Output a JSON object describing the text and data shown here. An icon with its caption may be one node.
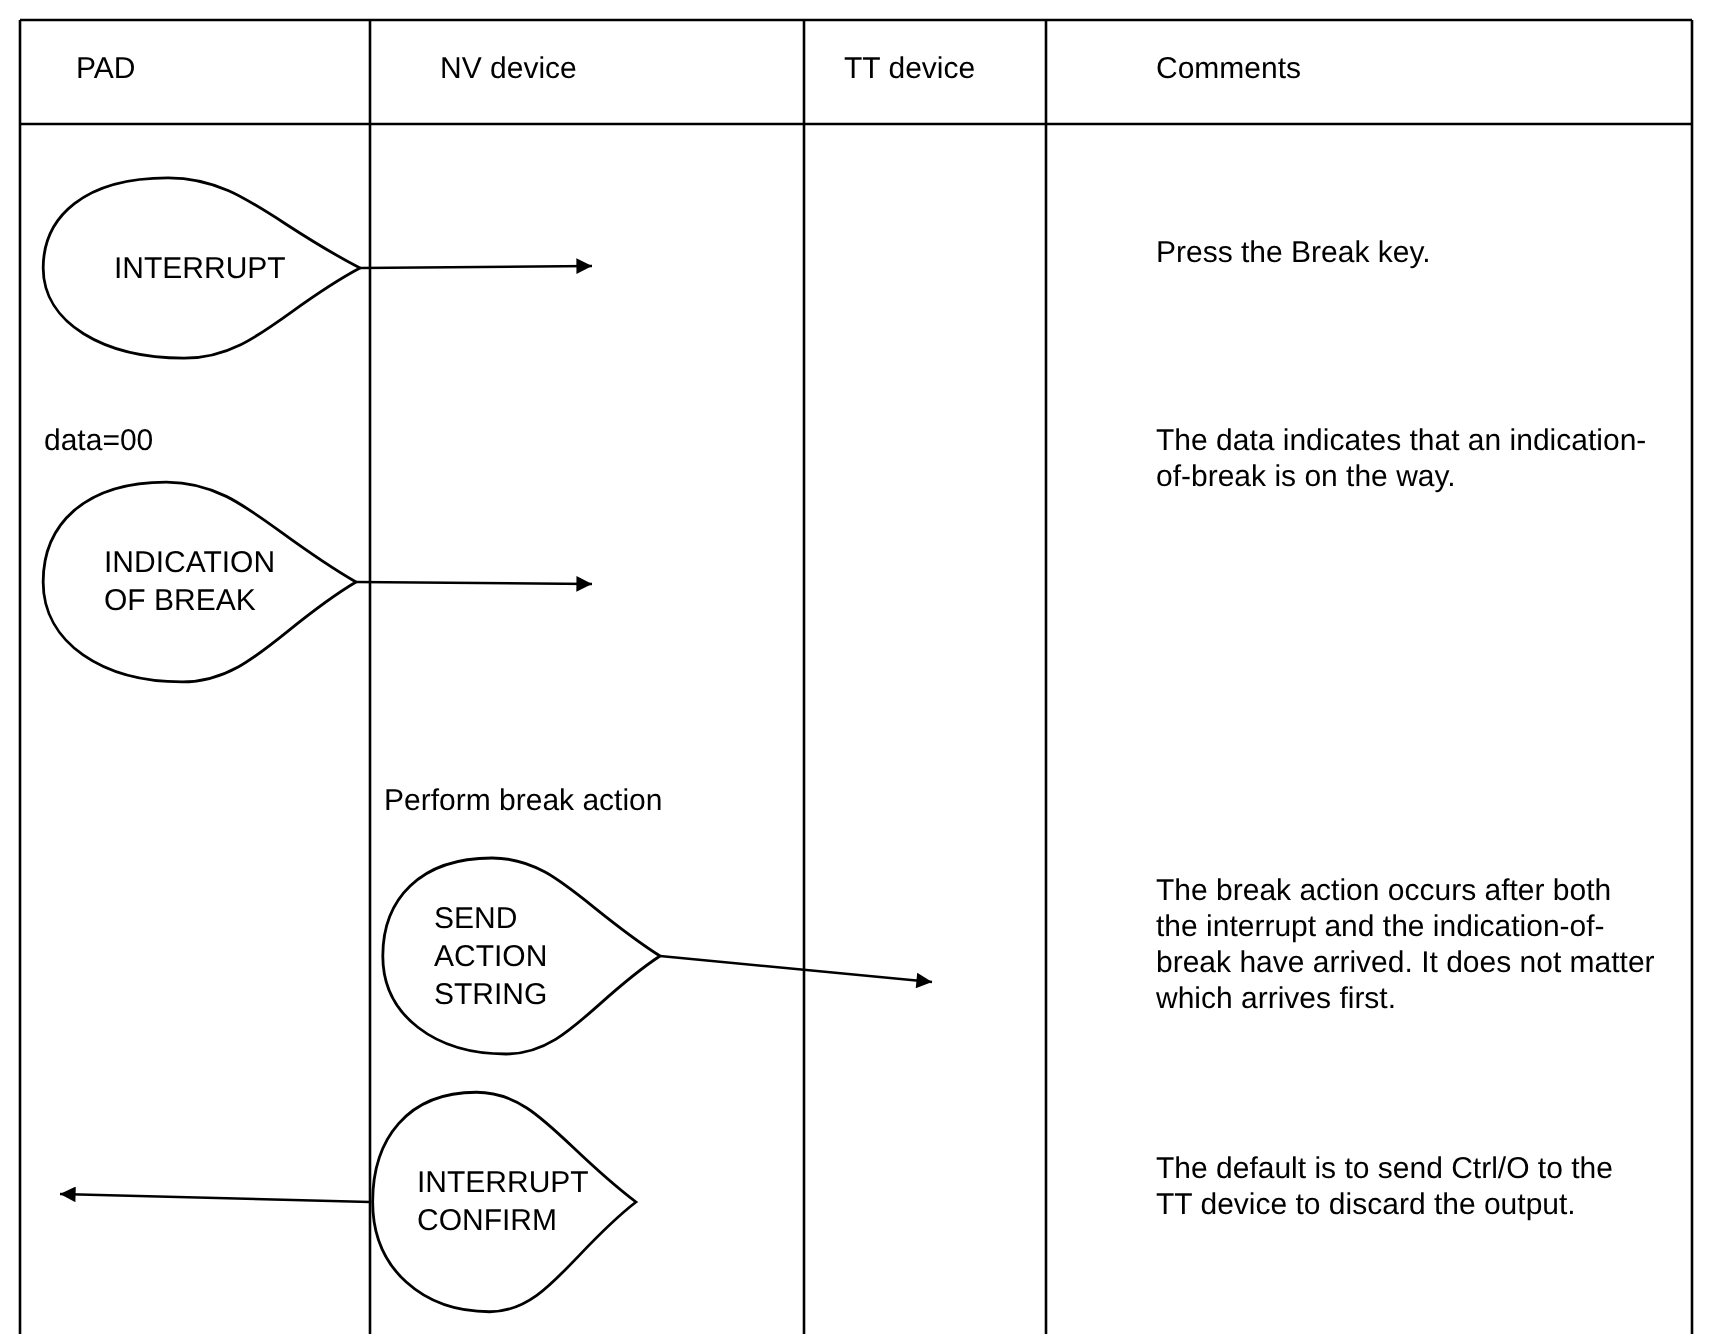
{
  "diagram": {
    "nodes": [
      {
        "text": [
          "INTERRUPT"
        ]
      },
      {
        "text": [
          "INDICATION OF BREAK"
        ],
        "beside": [
          "data=00"
        ]
      },
      {
        "text": [
          "SEND ACTION STRING"
        ],
        "beside": [
          "Perform break action"
        ]
      },
      {
        "text": [
          "INTERRUPT CONFIRM"
        ]
      }
    ],
    "edges": [
      {
        "from": 0,
        "to": null,
        "arrow": "to"
      },
      {
        "from": 1,
        "to": null,
        "arrow": "to"
      },
      {
        "from": 2,
        "to": null,
        "arrow": "to"
      },
      {
        "from": 3,
        "to": null,
        "arrow": "to"
      }
    ],
    "labels": [
      "PAD",
      "NV device",
      "TT device",
      "Comments",
      "Press the Break key.",
      "The data indicates that an indication-of-break is on the way.",
      "The break action occurs after both the interrupt and the indication-of-break have arrived. It does not matter which arrives first.",
      "The default is to send Ctrl/O to the TT device to discard the output."
    ]
  }
}
